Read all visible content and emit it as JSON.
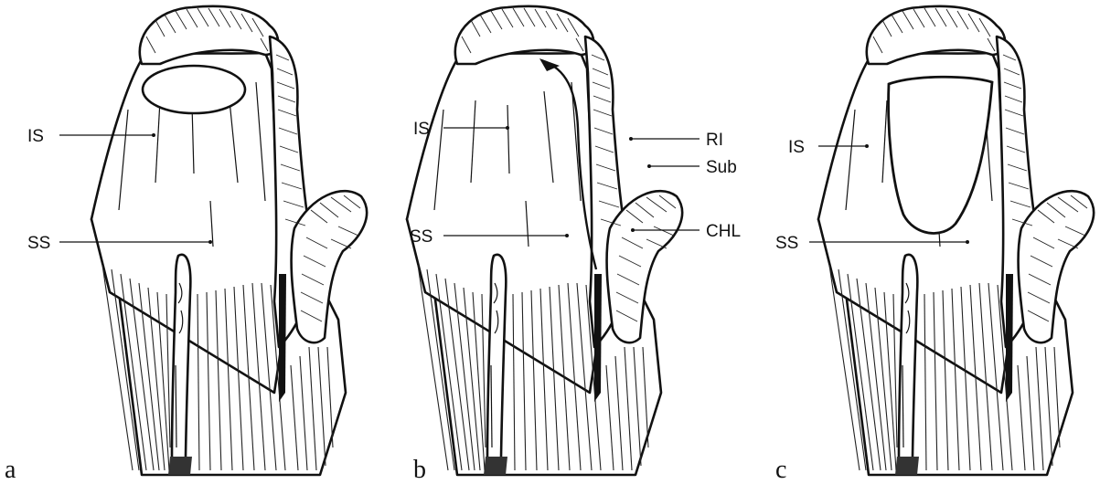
{
  "figure": {
    "panels": [
      {
        "letter": "a",
        "labels": {
          "is": "IS",
          "ss": "SS"
        }
      },
      {
        "letter": "b",
        "labels": {
          "is": "IS",
          "ss": "SS",
          "ri": "RI",
          "sub": "Sub",
          "chl": "CHL"
        }
      },
      {
        "letter": "c",
        "labels": {
          "is": "IS",
          "ss": "SS"
        }
      }
    ]
  },
  "colors": {
    "ink": "#111111",
    "paper": "#ffffff"
  }
}
